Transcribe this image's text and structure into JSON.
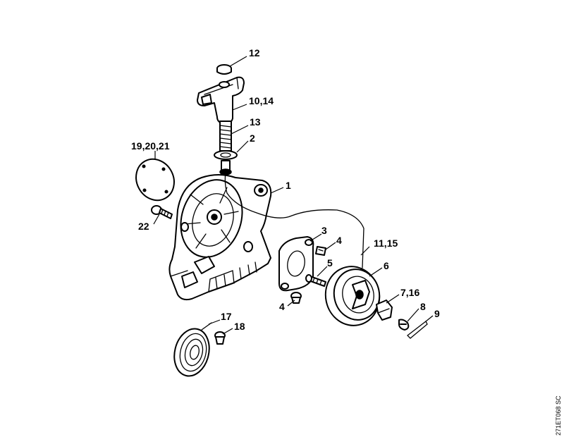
{
  "callouts": {
    "c12": "12",
    "c10_14": "10,14",
    "c13": "13",
    "c2": "2",
    "c19_20_21": "19,20,21",
    "c1": "1",
    "c22": "22",
    "c3": "3",
    "c4a": "4",
    "c11_15": "11,15",
    "c5": "5",
    "c6": "6",
    "c7_16": "7,16",
    "c8": "8",
    "c4b": "4",
    "c9": "9",
    "c17": "17",
    "c18": "18"
  },
  "drawing_code": "271ET068 SC"
}
